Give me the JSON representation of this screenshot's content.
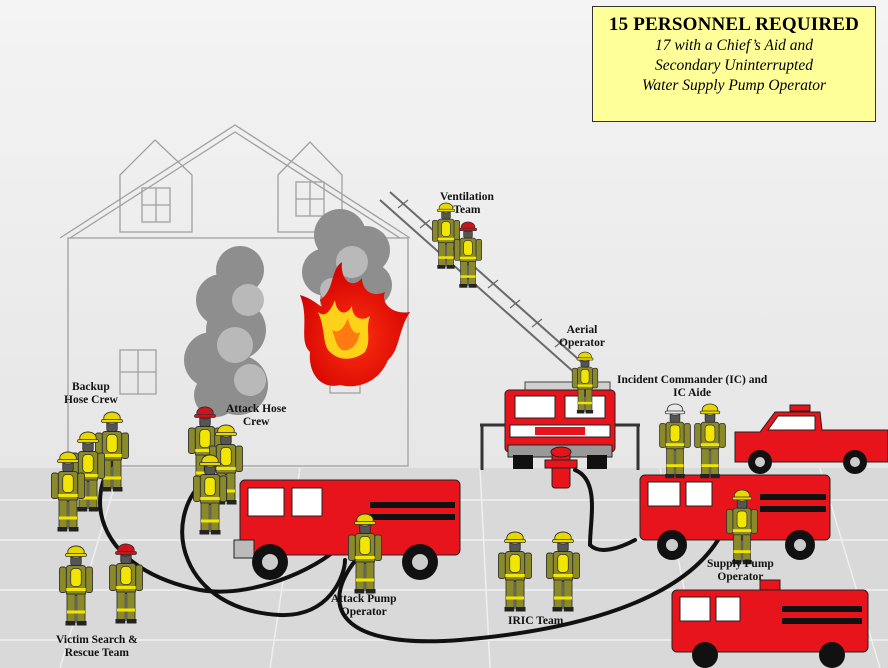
{
  "callout": {
    "title": "15 PERSONNEL REQUIRED",
    "lines": [
      "17 with a Chief’s Aid and",
      "Secondary Uninterrupted",
      "Water Supply Pump Operator"
    ]
  },
  "labels": {
    "ventilation": [
      "Ventilation",
      "Team"
    ],
    "aerial": [
      "Aerial",
      "Operator"
    ],
    "ic": [
      "Incident Commander (IC) and",
      "IC Aide"
    ],
    "backup": [
      "Backup",
      "Hose Crew"
    ],
    "attack_hose": [
      "Attack Hose",
      "Crew"
    ],
    "supply_pump": [
      "Supply Pump",
      "Operator"
    ],
    "attack_pump": [
      "Attack Pump",
      "Operator"
    ],
    "iric": [
      "IRIC Team"
    ],
    "victim": [
      "Victim Search &",
      "Rescue Team"
    ]
  },
  "colors": {
    "truck_red": "#e8141c",
    "turnout_gear": "#8a8a2a",
    "reflective_stripe": "#f2e600",
    "helmet_yellow": "#e6d800",
    "helmet_red": "#d0121a",
    "smoke": "#888888",
    "callout_bg": "#ffff99"
  }
}
